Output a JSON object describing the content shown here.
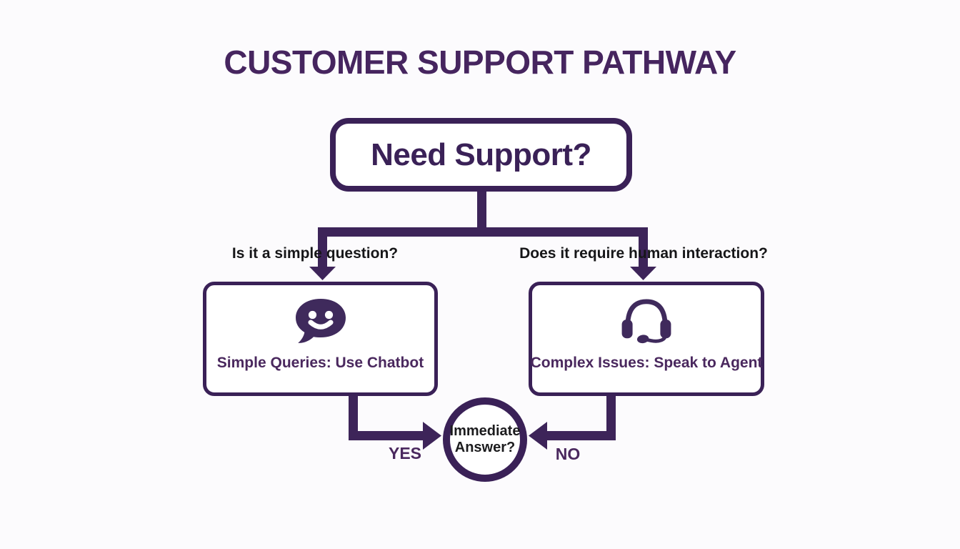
{
  "title": "CUSTOMER SUPPORT PATHWAY",
  "colors": {
    "background": "#fcfbfd",
    "line_purple": "#3d2459",
    "title_purple": "#46255f",
    "node_border_purple": "#3a2157",
    "node_label_purple": "#4a285e",
    "question_black": "#161618"
  },
  "flowchart": {
    "root": {
      "label": "Need Support?"
    },
    "branches": [
      {
        "question": "Is it a simple question?",
        "icon": "chat-smiley-icon",
        "label": "Simple Queries: Use Chatbot",
        "edge_label": "YES"
      },
      {
        "question": "Does it require human interaction?",
        "icon": "headset-icon",
        "label": "Complex Issues: Speak to Agent",
        "edge_label": "NO"
      }
    ],
    "terminal": {
      "label_line1": "Immediate",
      "label_line2": "Answer?"
    }
  }
}
